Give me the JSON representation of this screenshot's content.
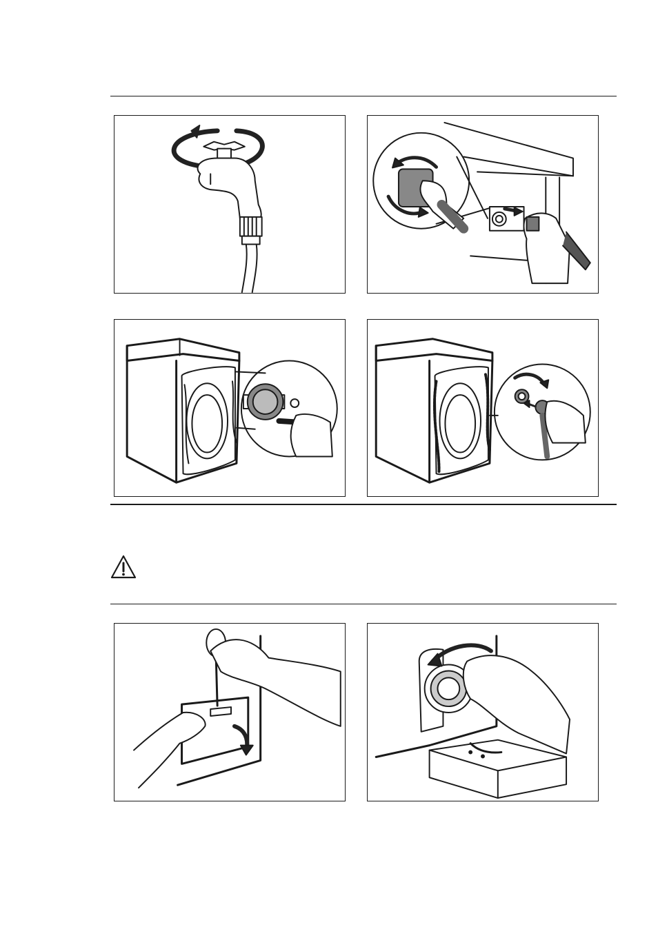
{
  "page": {
    "background": "#ffffff",
    "line_color": "#1a1a1a"
  },
  "figures": [
    {
      "id": "tap",
      "icon": "close-tap-illustration"
    },
    {
      "id": "inlet-hose",
      "icon": "unscrew-inlet-hose-illustration"
    },
    {
      "id": "clean-filter",
      "icon": "clean-inlet-filter-illustration"
    },
    {
      "id": "reconnect-hose",
      "icon": "reconnect-inlet-hose-illustration"
    },
    {
      "id": "open-flap",
      "icon": "open-pump-flap-illustration"
    },
    {
      "id": "drain-pump",
      "icon": "unscrew-pump-filter-illustration"
    }
  ],
  "warning": {
    "icon": "warning-triangle-icon"
  }
}
